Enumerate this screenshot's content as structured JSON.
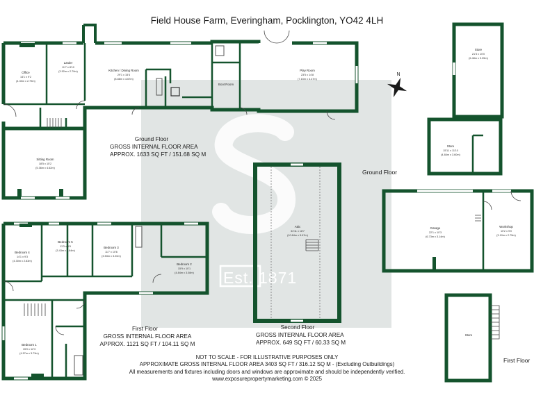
{
  "title": "Field House Farm, Everingham, Pocklington, YO42 4LH",
  "watermark": {
    "text": "Est. 1871",
    "color": "#c9cfcd"
  },
  "colors": {
    "walls": "#14532d",
    "background": "#ffffff"
  },
  "compass": {
    "label": "N"
  },
  "ground_floor": {
    "heading": "Ground Floor",
    "area_label": "GROSS INTERNAL FLOOR AREA",
    "area_value": "APPROX. 1633 SQ FT / 151.68 SQ M",
    "rooms": [
      {
        "name": "Office",
        "dims": "14'1 x 9'2",
        "metric": "(4.30m x 2.79m)"
      },
      {
        "name": "Larder",
        "dims": "11'7 x 8'10",
        "metric": "(3.52m x 2.70m)"
      },
      {
        "name": "Kitchen / Dining Room",
        "dims": "29'1 x 15'4",
        "metric": "(8.88m x 4.67m)"
      },
      {
        "name": "Boot Room",
        "dims": "",
        "metric": ""
      },
      {
        "name": "Play Room",
        "dims": "23'5 x 14'8",
        "metric": "(7.15m x 4.47m)"
      },
      {
        "name": "Sitting Room",
        "dims": "18'5 x 15'2",
        "metric": "(5.36m x 4.62m)"
      }
    ]
  },
  "first_floor": {
    "heading": "First Floor",
    "area_label": "GROSS INTERNAL FLOOR AREA",
    "area_value": "APPROX. 1121 SQ FT / 104.11 SQ M",
    "rooms": [
      {
        "name": "Bedroom 4",
        "dims": "14'1 x 9'3",
        "metric": "(4.30m x 2.83m)"
      },
      {
        "name": "Bedroom 5",
        "dims": "11'3 x 8'8",
        "metric": "(3.43m x 2.64m)"
      },
      {
        "name": "Bedroom 3",
        "dims": "11'7 x 10'6",
        "metric": "(3.53m x 3.20m)"
      },
      {
        "name": "Bedroom 2",
        "dims": "15'9 x 10'1",
        "metric": "(4.84m x 3.08m)"
      },
      {
        "name": "Bedroom 1",
        "dims": "15'0 x 12'3",
        "metric": "(4.57m x 3.73m)"
      }
    ]
  },
  "second_floor": {
    "heading": "Second Floor",
    "area_label": "GROSS INTERNAL FLOOR AREA",
    "area_value": "APPROX. 649 SQ FT / 60.33 SQ M",
    "rooms": [
      {
        "name": "Attic",
        "dims": "34'11 x 18'7",
        "metric": "(10.64m x 5.67m)"
      }
    ]
  },
  "outbuildings": {
    "ground_heading": "Ground Floor",
    "first_heading": "First Floor",
    "rooms": [
      {
        "name": "Store",
        "dims": "21'3 x 10'0",
        "metric": "(6.48m x 3.05m)"
      },
      {
        "name": "Store",
        "dims": "15'11 x 11'10",
        "metric": "(4.84m x 3.60m)"
      },
      {
        "name": "Garage",
        "dims": "22'1 x 10'3",
        "metric": "(6.73m x 3.14m)"
      },
      {
        "name": "Workshop",
        "dims": "10'2 x 9'0",
        "metric": "(3.10m x 2.75m)"
      },
      {
        "name": "Store",
        "dims": "",
        "metric": ""
      }
    ]
  },
  "footer": {
    "line1": "NOT TO SCALE - FOR ILLUSTRATIVE PURPOSES ONLY",
    "line2": "APPROXIMATE GROSS INTERNAL FLOOR AREA 3403 SQ FT / 316.12 SQ M - (Excluding Outbuildings)",
    "line3": "All measurements and fixtures including doors and windows are approximate and should be independently verified.",
    "line4": "www.exposurepropertymarketing.com © 2025"
  }
}
